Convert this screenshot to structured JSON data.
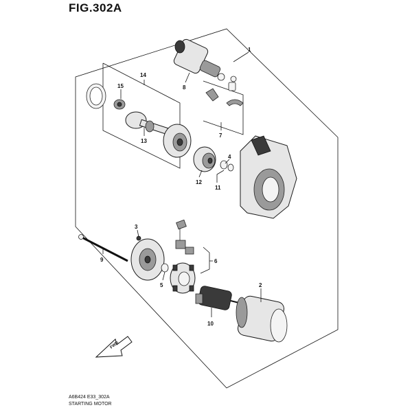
{
  "figure": {
    "title": "FIG.302A",
    "code": "A6B424 E33_302A",
    "caption": "STARTING MOTOR"
  },
  "callouts": [
    "1",
    "2",
    "3",
    "4",
    "5",
    "6",
    "7",
    "8",
    "9",
    "10",
    "11",
    "12",
    "13",
    "14",
    "15"
  ],
  "direction_arrow": {
    "label": "FWD"
  }
}
